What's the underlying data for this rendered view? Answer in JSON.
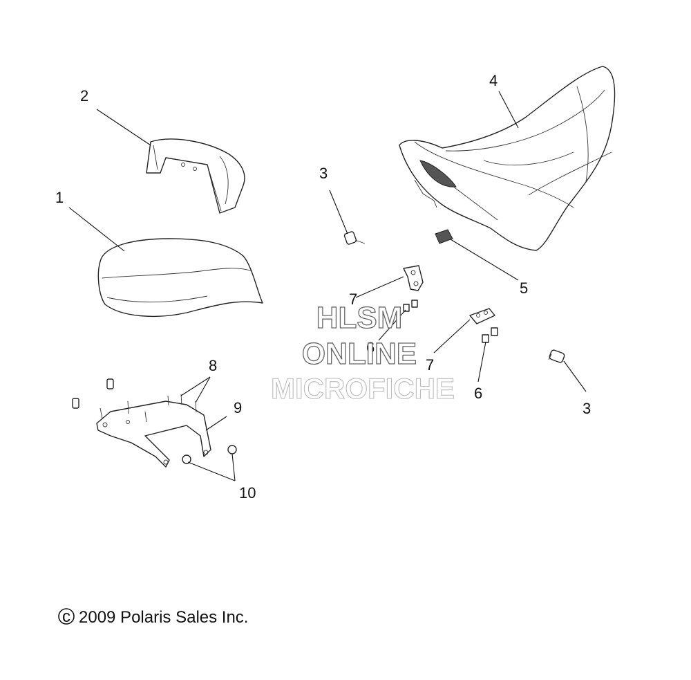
{
  "callouts": {
    "c1": "1",
    "c2": "2",
    "c3a": "3",
    "c3b": "3",
    "c4": "4",
    "c5": "5",
    "c6a": "6",
    "c6b": "6",
    "c7a": "7",
    "c7b": "7",
    "c8": "8",
    "c9": "9",
    "c10": "10"
  },
  "watermark": {
    "line1": "HLSM",
    "line2": "ONLINE",
    "line3": "MICROFICHE"
  },
  "copyright": {
    "symbol": "c",
    "text": "2009 Polaris Sales Inc."
  }
}
